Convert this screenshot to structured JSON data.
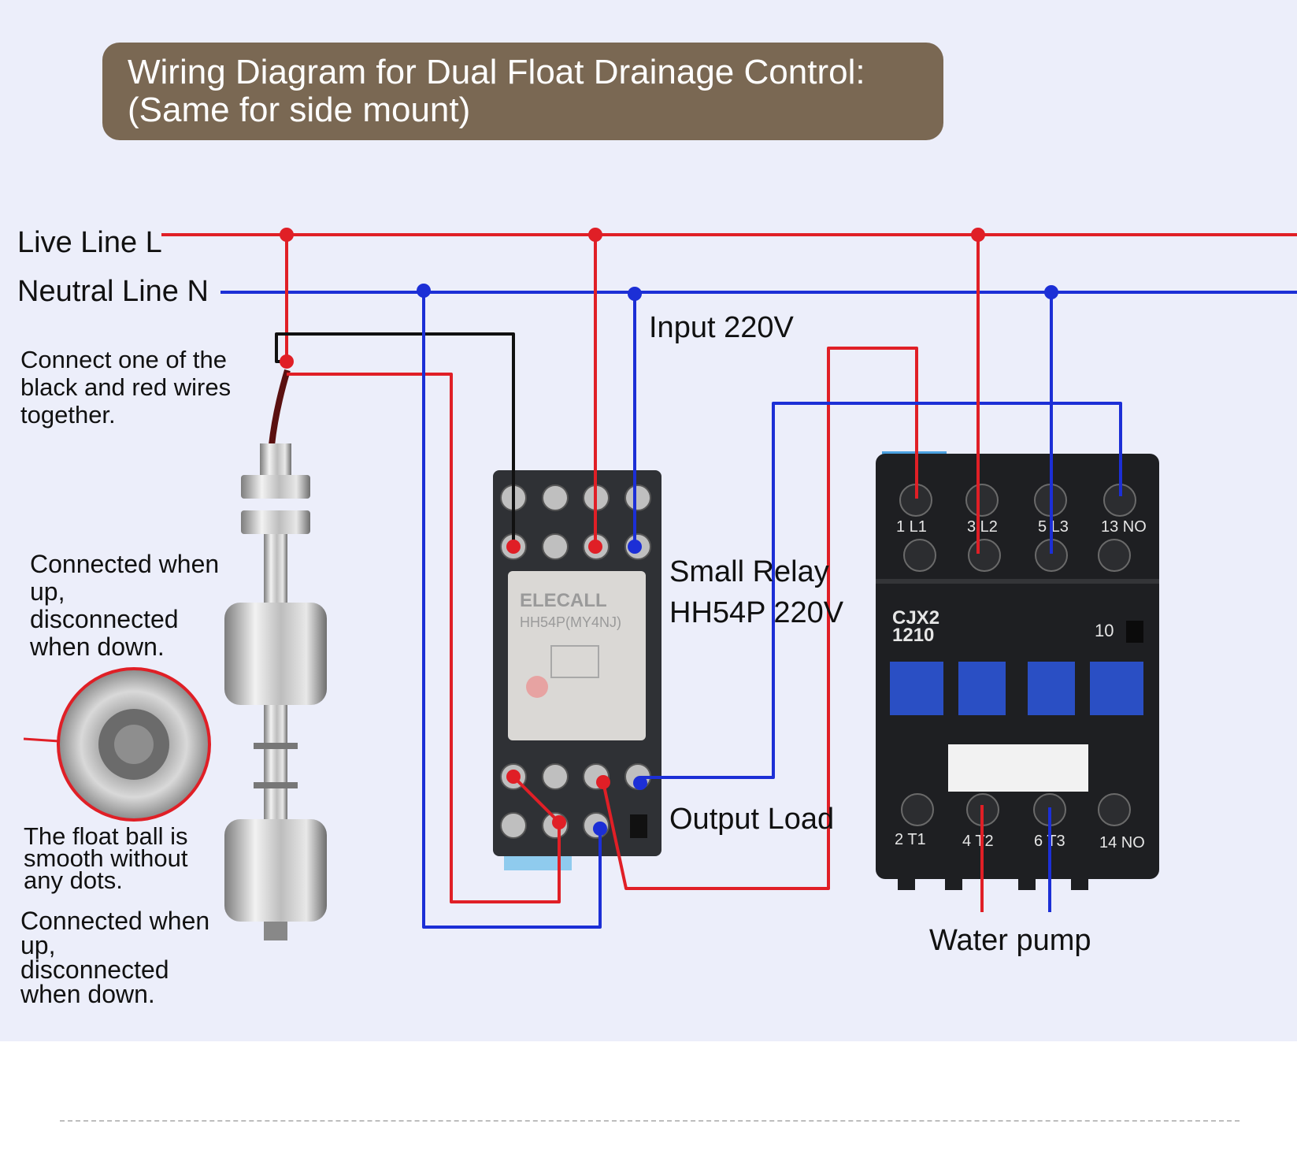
{
  "title": {
    "line1": "Wiring Diagram for Dual Float Drainage Control:",
    "line2": "(Same for side mount)"
  },
  "labels": {
    "live_line": "Live Line L",
    "neutral_line": "Neutral Line N",
    "input": "Input 220V",
    "connect_note": [
      "Connect one of the",
      "black and red wires",
      "together."
    ],
    "upper_float_note": [
      "Connected when",
      "up,",
      "disconnected",
      "when down."
    ],
    "smooth_note": [
      "The float ball is",
      "smooth without",
      "any dots."
    ],
    "lower_float_note": [
      "Connected when",
      "up,",
      "disconnected",
      "when down."
    ],
    "relay_label": [
      "Small Relay",
      "HH54P 220V"
    ],
    "output_load": "Output Load",
    "water_pump": "Water pump"
  },
  "relay": {
    "brand": "ELECALL",
    "model": "HH54P(MY4NJ)"
  },
  "contactor": {
    "model": [
      "CJX2",
      "1210"
    ],
    "top_terminals": [
      "1 L1",
      "3 L2",
      "5 L3",
      "13 NO"
    ],
    "bottom_terminals": [
      "2 T1",
      "4 T2",
      "6 T3",
      "14 NO"
    ],
    "aux_number": "10"
  },
  "colors": {
    "live_wire": "#e01f26",
    "neutral_wire": "#1c2fd6",
    "black_wire": "#111111",
    "title_bg": "#7a6853",
    "panel_bg": "#eceefa",
    "contactor_blue": "#2a4fc4"
  }
}
